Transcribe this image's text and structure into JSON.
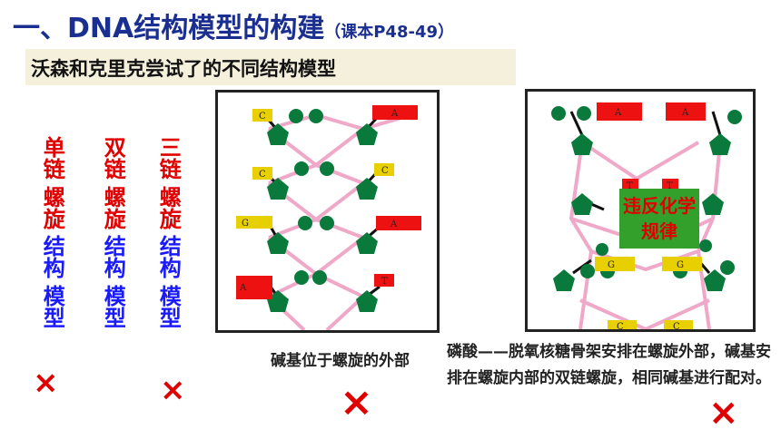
{
  "title": {
    "main": "一、DNA结构模型的构建",
    "note": "（课本P48-49）"
  },
  "subtitle": "沃森和克里克尝试了的不同结构模型",
  "models": [
    {
      "name_line1": "单链",
      "name_line2": "螺旋",
      "suffix1": "结构",
      "suffix2": "模型"
    },
    {
      "name_line1": "双链",
      "name_line2": "螺旋",
      "suffix1": "结构",
      "suffix2": "模型"
    },
    {
      "name_line1": "三链",
      "name_line2": "螺旋",
      "suffix1": "结构",
      "suffix2": "模型"
    }
  ],
  "marks": {
    "cross": "×"
  },
  "notes": {
    "bases_outside": "碱基位于螺旋的外部",
    "phosphate_outside": "磷酸——脱氧核糖骨架安排在螺旋外部，碱基安排在螺旋内部的双链螺旋，相同碱基进行配对。",
    "violation": "违反化学规律"
  },
  "diagram_labels": {
    "left_panel_bases": [
      "C",
      "A",
      "C",
      "C",
      "G",
      "A",
      "A",
      "T"
    ],
    "right_panel_bases": [
      "A",
      "A",
      "T",
      "T",
      "G",
      "G",
      "C",
      "C"
    ]
  },
  "colors": {
    "title": "#1a2f8f",
    "red": "#e00000",
    "blue": "#1a1aff",
    "sugar": "#0a7a3c",
    "base_red": "#ee1111",
    "base_yellow": "#e8d000",
    "backbone": "#f0a8c8",
    "violation_bg": "#33a02c"
  }
}
